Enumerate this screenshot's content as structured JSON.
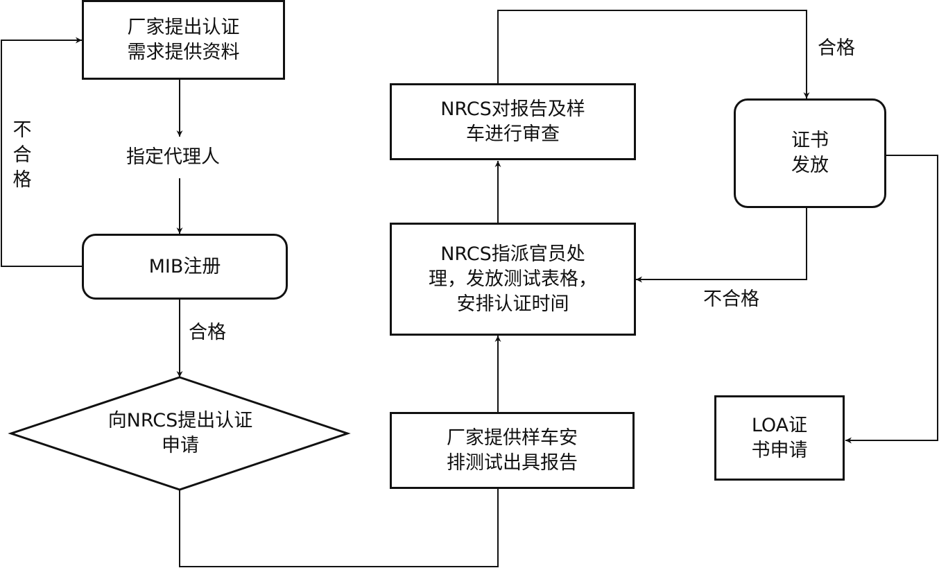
{
  "nodes": {
    "manufacturer_request": {
      "lines": [
        "厂家提出认证",
        "需求提供资料"
      ]
    },
    "mib_register": {
      "lines": [
        "MIB注册"
      ]
    },
    "nrcs_application": {
      "lines": [
        "向NRCS提出认证",
        "申请"
      ]
    },
    "sample_test_report": {
      "lines": [
        "厂家提供样车安",
        "排测试出具报告"
      ]
    },
    "nrcs_assign": {
      "lines": [
        "NRCS指派官员处",
        "理，发放测试表格，",
        "安排认证时间"
      ]
    },
    "nrcs_review": {
      "lines": [
        "NRCS对报告及样",
        "车进行审查"
      ]
    },
    "certificate_issue": {
      "lines": [
        "证书",
        "发放"
      ]
    },
    "loa_application": {
      "lines": [
        "LOA证",
        "书申请"
      ]
    }
  },
  "edge_labels": {
    "assign_agent": "指定代理人",
    "reject_left": [
      "不",
      "合",
      "格"
    ],
    "pass_mib": "合格",
    "pass_review": "合格",
    "reject_cert": "不合格"
  },
  "colors": {
    "line": "#111111",
    "background": "#ffffff"
  }
}
